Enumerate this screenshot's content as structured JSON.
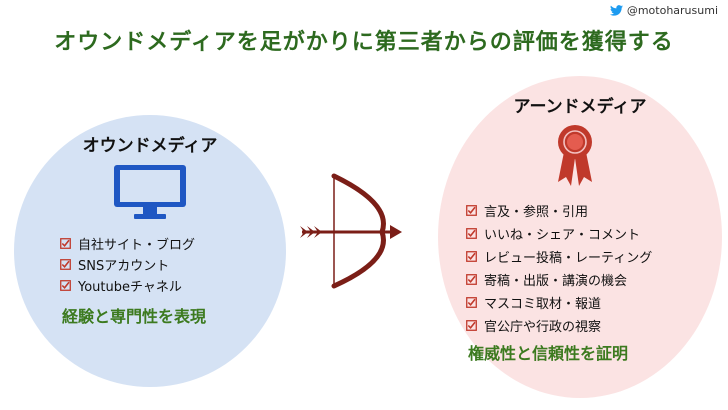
{
  "credit": {
    "handle": "@motoharusumi",
    "icon": "twitter-bird-icon"
  },
  "title": "オウンドメディアを足がかりに第三者からの評価を獲得する",
  "owned": {
    "title": "オウンドメディア",
    "icon": "monitor-icon",
    "items": [
      "自社サイト・ブログ",
      "SNSアカウント",
      "Youtubeチャネル"
    ],
    "note": "経験と専門性を表現"
  },
  "earned": {
    "title": "アーンドメディア",
    "icon": "award-ribbon-icon",
    "items": [
      "言及・参照・引用",
      "いいね・シェア・コメント",
      "レビュー投稿・レーティング",
      "寄稿・出版・講演の機会",
      "マスコミ取材・報道",
      "官公庁や行政の視察"
    ],
    "note": "権威性と信頼性を証明"
  },
  "colors": {
    "title_green": "#2d6a1f",
    "note_green": "#3c7a1f",
    "owned_bg": "#d5e2f4",
    "earned_bg": "#fbe3e3",
    "monitor_blue": "#1f57c3",
    "bow_red": "#7b1e17",
    "check_red": "#c0392b"
  }
}
